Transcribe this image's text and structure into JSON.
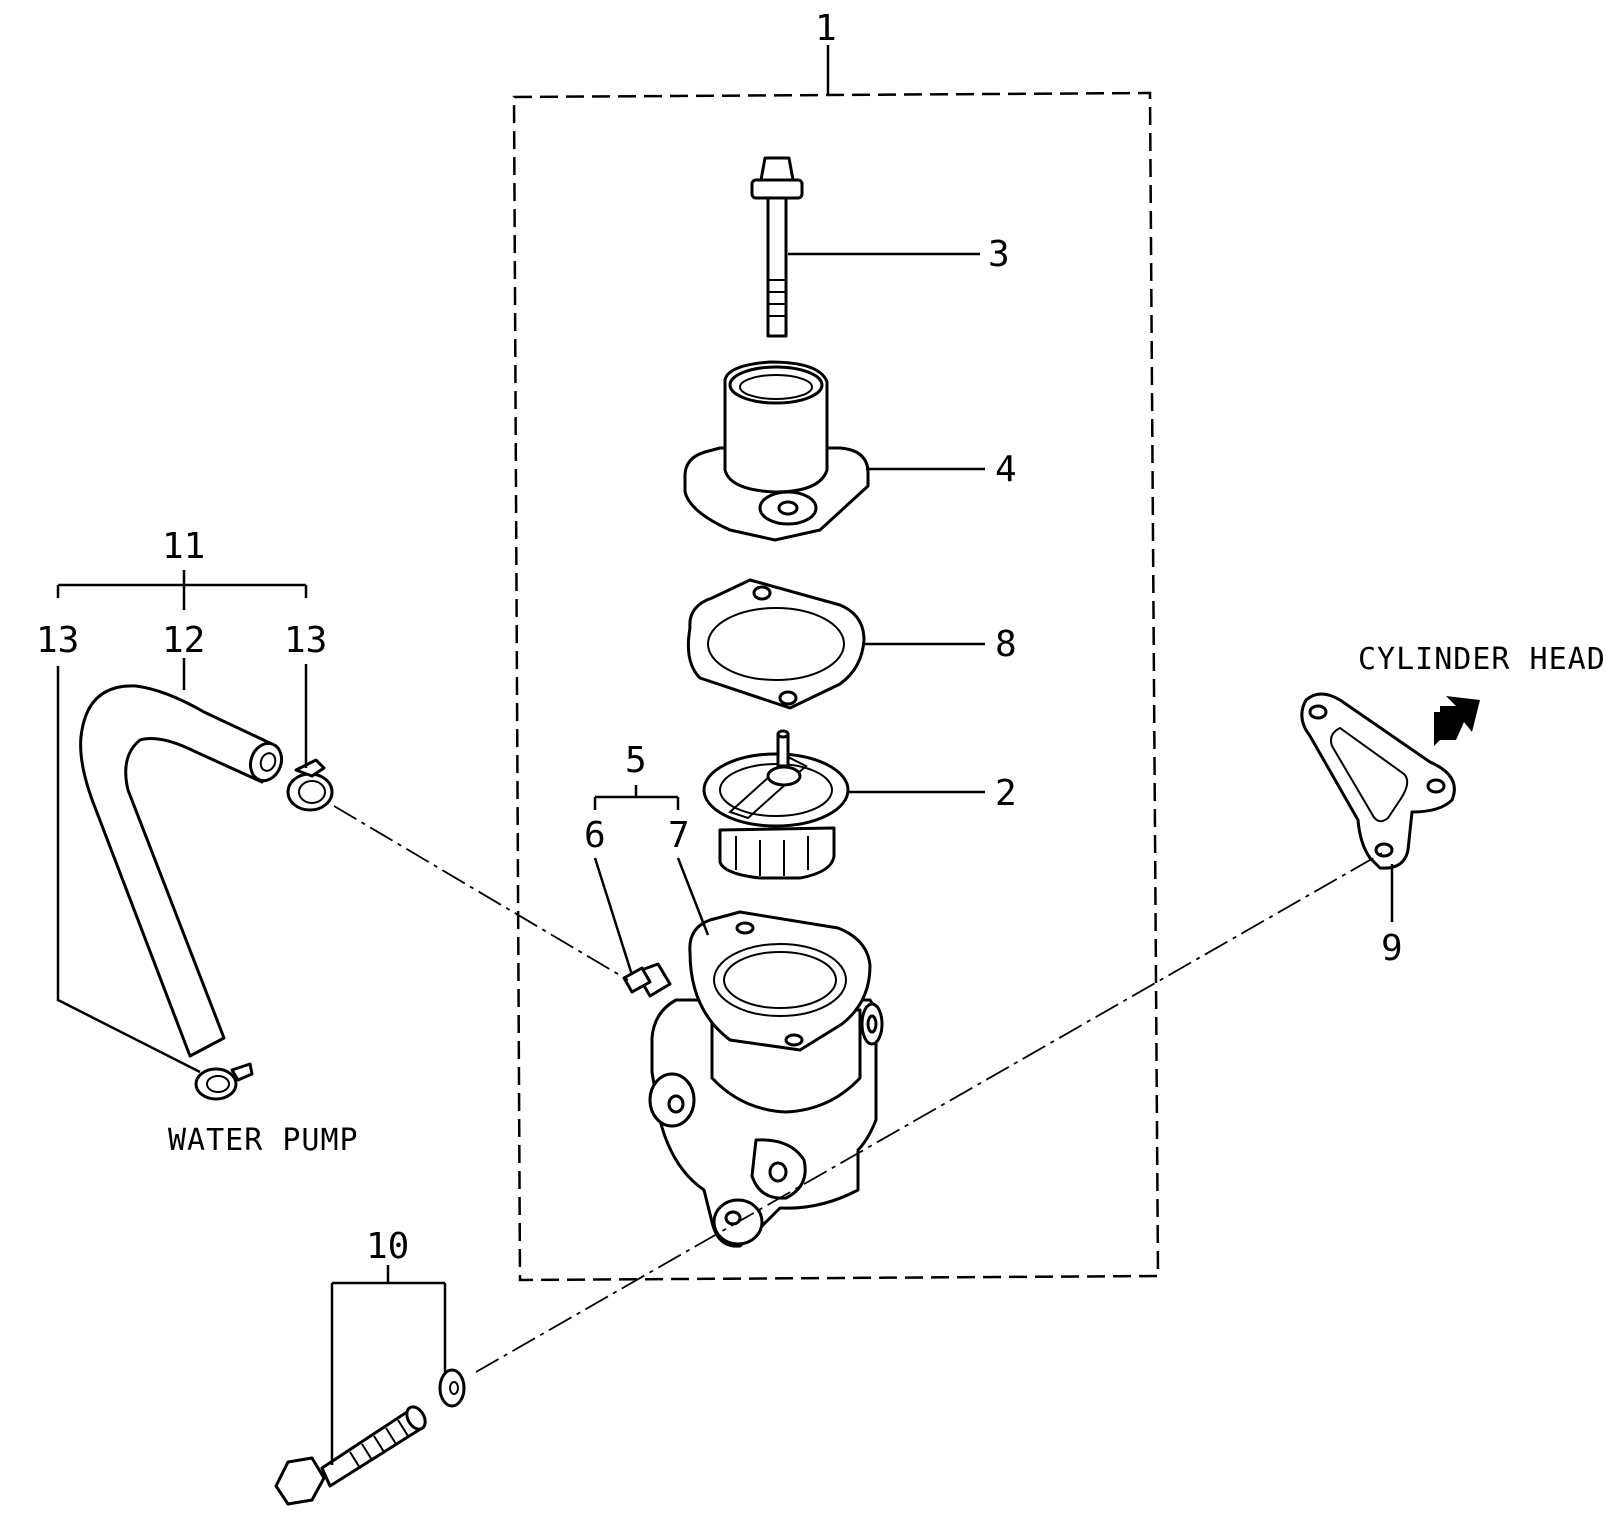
{
  "diagram": {
    "captions": {
      "cylinder_head": "CYLINDER HEAD",
      "water_pump": "WATER PUMP"
    },
    "callouts": {
      "p1": "1",
      "p2": "2",
      "p3": "3",
      "p4": "4",
      "p5": "5",
      "p6": "6",
      "p7": "7",
      "p8": "8",
      "p9": "9",
      "p10": "10",
      "p11": "11",
      "p12": "12",
      "p13_left": "13",
      "p13_right": "13"
    }
  }
}
